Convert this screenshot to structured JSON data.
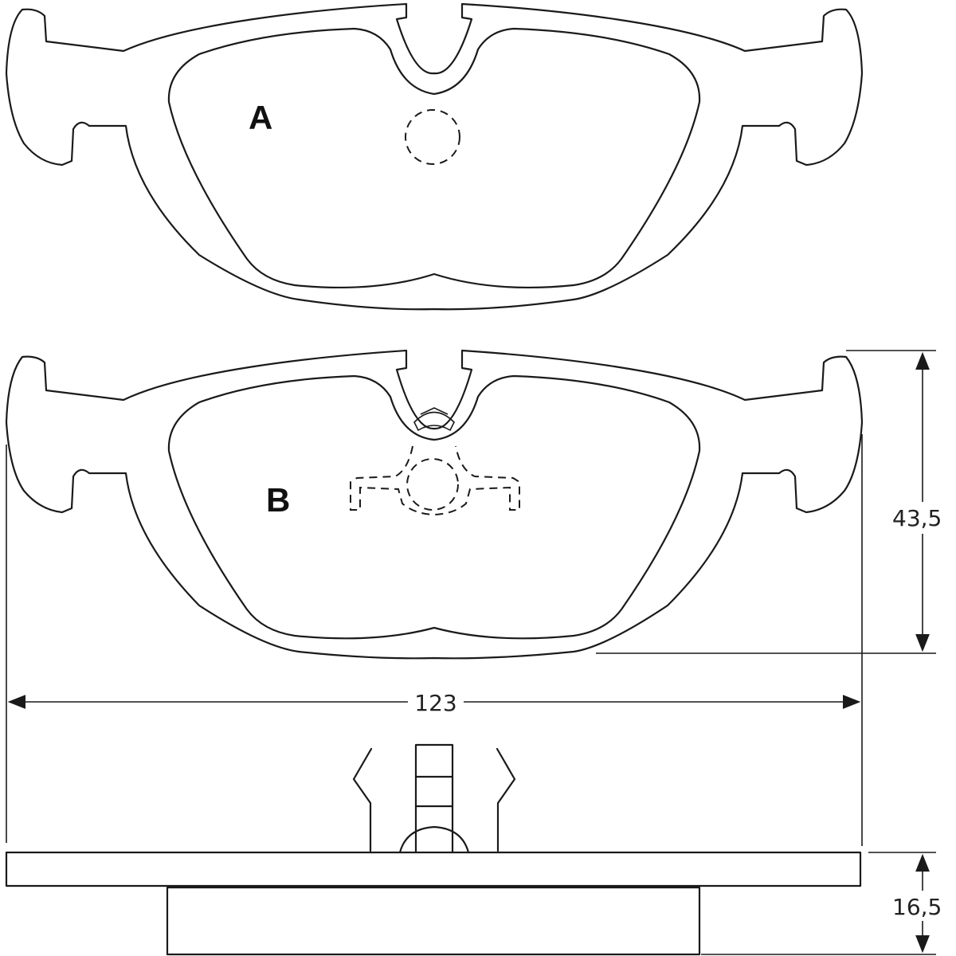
{
  "labels": {
    "pad_a": "A",
    "pad_b": "B"
  },
  "dimensions": {
    "width": "123",
    "height": "43,5",
    "thickness": "16,5"
  },
  "colors": {
    "line": "#1a1a1a",
    "background": "#ffffff"
  }
}
